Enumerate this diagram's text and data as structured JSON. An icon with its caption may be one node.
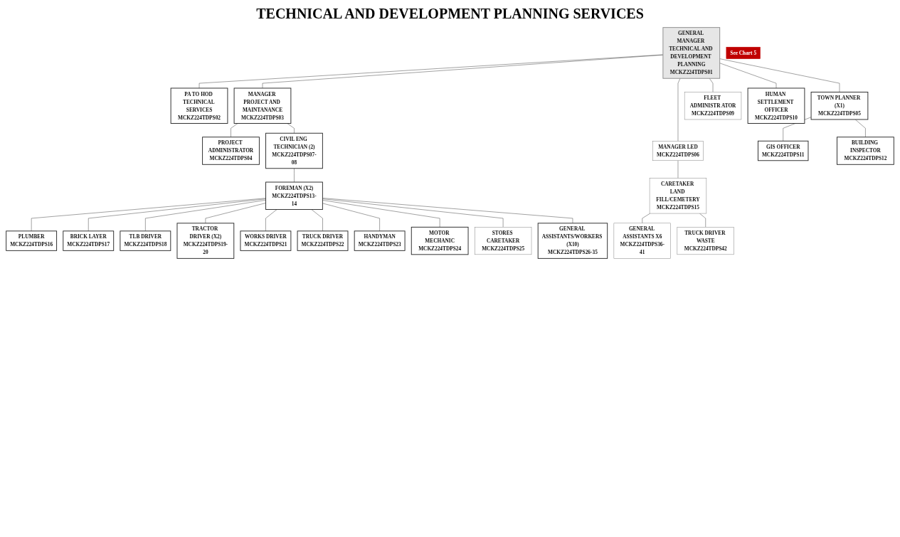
{
  "diagram": {
    "title": "TECHNICAL AND DEVELOPMENT PLANNING SERVICES",
    "nodes": [
      {
        "text": [
          "GENERAL MANAGER TECHNICAL AND DEVELOPMENT PLANNING",
          "MCKZ224TDPS01"
        ]
      },
      {
        "text": [
          "PA TO HOD TECHNICAL SERVICES",
          "MCKZ224TDPS02"
        ]
      },
      {
        "text": [
          "MANAGER PROJECT AND MAINTANANCE",
          "MCKZ224TDPS03"
        ]
      },
      {
        "text": [
          "PROJECT ADMINISTRATOR",
          "MCKZ224TDPS04"
        ]
      },
      {
        "text": [
          "TOWN PLANNER (X1)",
          "MCKZ224TDPS05"
        ]
      },
      {
        "text": [
          "MANAGER LED",
          "MCKZ224TDPS06"
        ]
      },
      {
        "text": [
          "CIVIL ENG TECHNICIAN (2)",
          "MCKZ224TDPS07-08"
        ]
      },
      {
        "text": [
          "FLEET ADMINISTR ATOR",
          "MCKZ224TDPS09"
        ]
      },
      {
        "text": [
          "HUMAN SETTLEMENT OFFICER",
          "MCKZ224TDPS10"
        ]
      },
      {
        "text": [
          "GIS OFFICER",
          "MCKZ224TDPS11"
        ]
      },
      {
        "text": [
          "BUILDING INSPECTOR",
          "MCKZ224TDPS12"
        ]
      },
      {
        "text": [
          "FOREMAN (X2)",
          "MCKZ224TDPS13-14"
        ]
      },
      {
        "text": [
          "CARETAKER LAND FILL/CEMETERY",
          "MCKZ224TDPS15"
        ]
      },
      {
        "text": [
          "PLUMBER",
          "MCKZ224TDPS16"
        ]
      },
      {
        "text": [
          "BRICK LAYER",
          "MCKZ224TDPS17"
        ]
      },
      {
        "text": [
          "TLB DRIVER",
          "MCKZ224TDPS18"
        ]
      },
      {
        "text": [
          "TRACTOR DRIVER (X2)",
          "MCKZ224TDPS19-20"
        ]
      },
      {
        "text": [
          "WORKS DRIVER",
          "MCKZ224TDPS21"
        ]
      },
      {
        "text": [
          "TRUCK DRIVER",
          "MCKZ224TDPS22"
        ]
      },
      {
        "text": [
          "HANDYMAN",
          "MCKZ224TDPS23"
        ]
      },
      {
        "text": [
          "MOTOR MECHANIC",
          "MCKZ224TDPS24"
        ]
      },
      {
        "text": [
          "STORES CARETAKER",
          "MCKZ224TDPS25"
        ]
      },
      {
        "text": [
          "GENERAL ASSISTANTS/WORKERS (X10)",
          "MCKZ224TDPS26-35"
        ]
      },
      {
        "text": [
          "GENERAL ASSISTANTS X6",
          "MCKZ224TDPS36-41"
        ]
      },
      {
        "text": [
          "TRUCK DRIVER WASTE",
          "MCKZ224TDPS42"
        ]
      },
      {
        "text": [
          "See Chart 5"
        ]
      }
    ],
    "edges": [
      {
        "from": 0,
        "to": 2,
        "arrow": "none"
      },
      {
        "from": 0,
        "to": 7,
        "arrow": "none"
      },
      {
        "from": 0,
        "to": 8,
        "arrow": "none"
      },
      {
        "from": 0,
        "to": 4,
        "arrow": "none"
      },
      {
        "from": 0,
        "to": 5,
        "arrow": "none"
      },
      {
        "from": 0,
        "to": 1,
        "arrow": "none"
      },
      {
        "from": 2,
        "to": 3,
        "arrow": "none"
      },
      {
        "from": 2,
        "to": 6,
        "arrow": "none"
      },
      {
        "from": 6,
        "to": 11,
        "arrow": "none"
      },
      {
        "from": 4,
        "to": 9,
        "arrow": "none"
      },
      {
        "from": 4,
        "to": 10,
        "arrow": "none"
      },
      {
        "from": 5,
        "to": 12,
        "arrow": "none"
      },
      {
        "from": 11,
        "to": 13,
        "arrow": "none"
      },
      {
        "from": 11,
        "to": 14,
        "arrow": "none"
      },
      {
        "from": 11,
        "to": 15,
        "arrow": "none"
      },
      {
        "from": 11,
        "to": 16,
        "arrow": "none"
      },
      {
        "from": 11,
        "to": 17,
        "arrow": "none"
      },
      {
        "from": 11,
        "to": 18,
        "arrow": "none"
      },
      {
        "from": 11,
        "to": 19,
        "arrow": "none"
      },
      {
        "from": 11,
        "to": 20,
        "arrow": "none"
      },
      {
        "from": 11,
        "to": 21,
        "arrow": "none"
      },
      {
        "from": 11,
        "to": 22,
        "arrow": "none"
      },
      {
        "from": 12,
        "to": 23,
        "arrow": "none"
      },
      {
        "from": 12,
        "to": 24,
        "arrow": "none"
      }
    ]
  }
}
